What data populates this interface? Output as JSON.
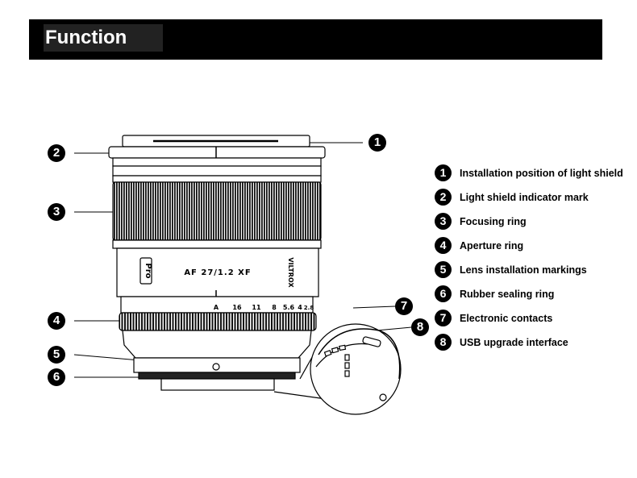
{
  "header": {
    "title": "Function"
  },
  "callouts": [
    "1",
    "2",
    "3",
    "4",
    "5",
    "6",
    "7",
    "8"
  ],
  "lens": {
    "model_text": "AF 27/1.2 XF",
    "brand_text": "VILTROX",
    "series_text": "Pro",
    "scale_labels": [
      "A",
      "16",
      "11",
      "8",
      "5.6",
      "4",
      "2.8"
    ]
  },
  "legend": {
    "items": [
      {
        "num": "1",
        "label": "Installation position of light shield"
      },
      {
        "num": "2",
        "label": "Light shield indicator mark"
      },
      {
        "num": "3",
        "label": "Focusing ring"
      },
      {
        "num": "4",
        "label": "Aperture ring"
      },
      {
        "num": "5",
        "label": "Lens installation markings"
      },
      {
        "num": "6",
        "label": "Rubber sealing ring"
      },
      {
        "num": "7",
        "label": "Electronic contacts"
      },
      {
        "num": "8",
        "label": "USB upgrade interface"
      }
    ]
  },
  "colors": {
    "background": "#ffffff",
    "header_bar": "#000000",
    "ink": "#000000"
  }
}
